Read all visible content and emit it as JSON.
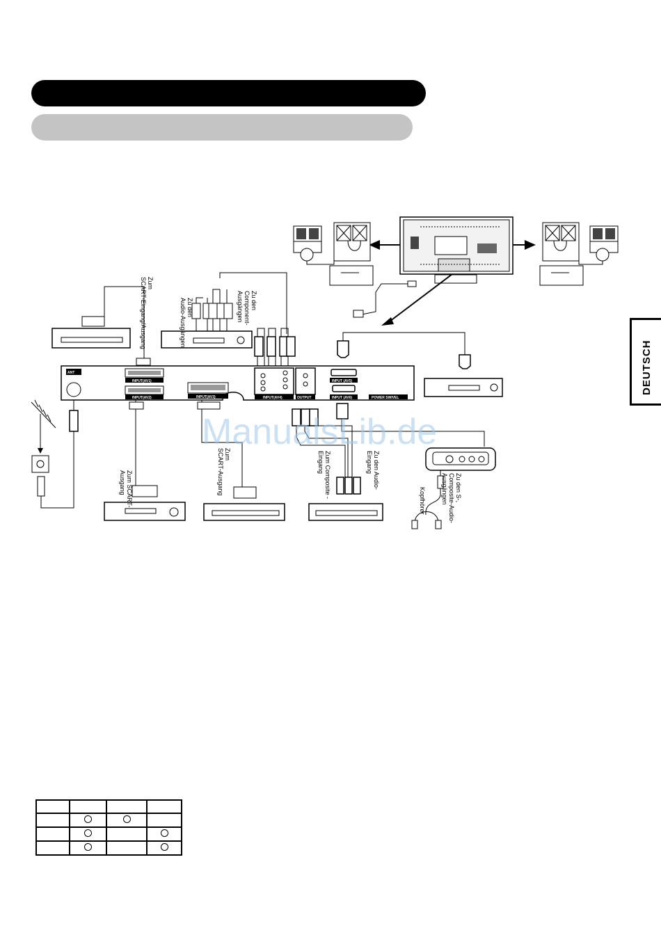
{
  "side_tab": {
    "label": "DEUTSCH"
  },
  "panel_labels": {
    "ant": "ANT",
    "av1": "INPUT(AV1)",
    "av2": "INPUT(AV2)",
    "av3": "INPUT(AV3)",
    "av4": "INPUT(AV4)",
    "output": "OUTPUT",
    "av5": "INPUT (AV5)",
    "av6": "INPUT (AV6)",
    "power_swivel": "POWER SWIVEL"
  },
  "captions": {
    "scart_in_out": [
      "Zum",
      "SCART-Eingang/Ausgang"
    ],
    "audio_out": [
      "Zu den",
      "Audio-Ausgängen"
    ],
    "component_out": [
      "Zu den",
      "Component-",
      "Ausgängen"
    ],
    "scart_out_1": [
      "Zum SCART-",
      "Ausgang"
    ],
    "scart_out_2": [
      "Zum",
      "SCART-Ausgang"
    ],
    "composite_in": [
      "Zum Composite -",
      "Eingang"
    ],
    "audio_in": [
      "Zu den Audio-",
      "Eingang"
    ],
    "s_composite_audio_out": [
      "Zu den S-,",
      "Composite-Audio-",
      "Ausgängen"
    ],
    "headphones": "Kopfhörer"
  },
  "watermark": "ManualsLib.de",
  "table": {
    "rows": [
      [
        "",
        "",
        "",
        ""
      ],
      [
        "",
        "check",
        "check",
        ""
      ],
      [
        "",
        "check",
        "",
        "check"
      ],
      [
        "",
        "check",
        "",
        "check"
      ]
    ]
  }
}
